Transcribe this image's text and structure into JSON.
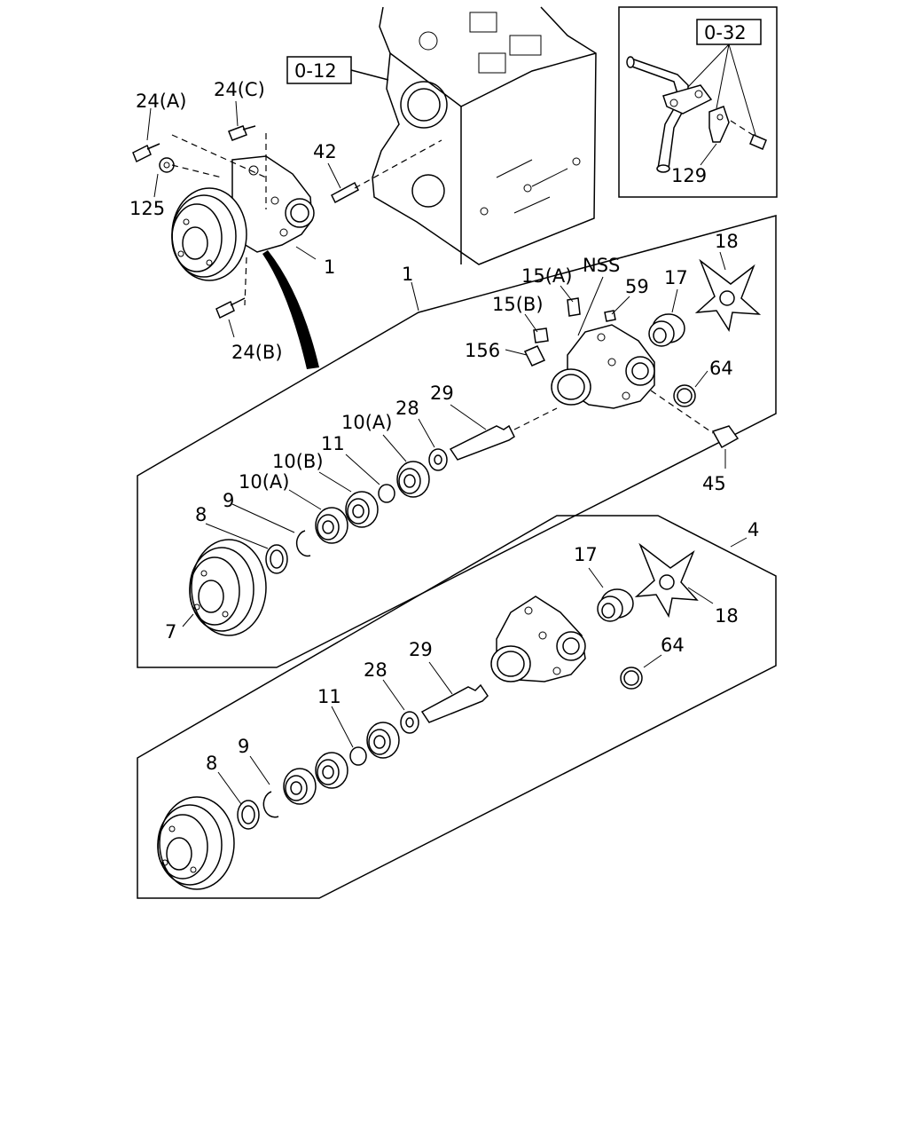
{
  "references": {
    "ref_0_12": "0-12",
    "ref_0_32": "0-32"
  },
  "labels": {
    "top": {
      "p24a": "24(A)",
      "p24c": "24(C)",
      "p42": "42",
      "p125": "125",
      "p1": "1",
      "p24b": "24(B)",
      "p129": "129"
    },
    "kit1": {
      "p1": "1",
      "p15a": "15(A)",
      "nss": "NSS",
      "p59": "59",
      "p17": "17",
      "p18": "18",
      "p15b": "15(B)",
      "p156": "156",
      "p64": "64",
      "p29": "29",
      "p28": "28",
      "p10a_upper": "10(A)",
      "p11": "11",
      "p10b": "10(B)",
      "p10a_lower": "10(A)",
      "p9": "9",
      "p8": "8",
      "p45": "45",
      "p7": "7"
    },
    "kit4": {
      "p4": "4",
      "p17": "17",
      "p18": "18",
      "p64": "64",
      "p29": "29",
      "p28": "28",
      "p11": "11",
      "p9": "9",
      "p8": "8"
    }
  }
}
